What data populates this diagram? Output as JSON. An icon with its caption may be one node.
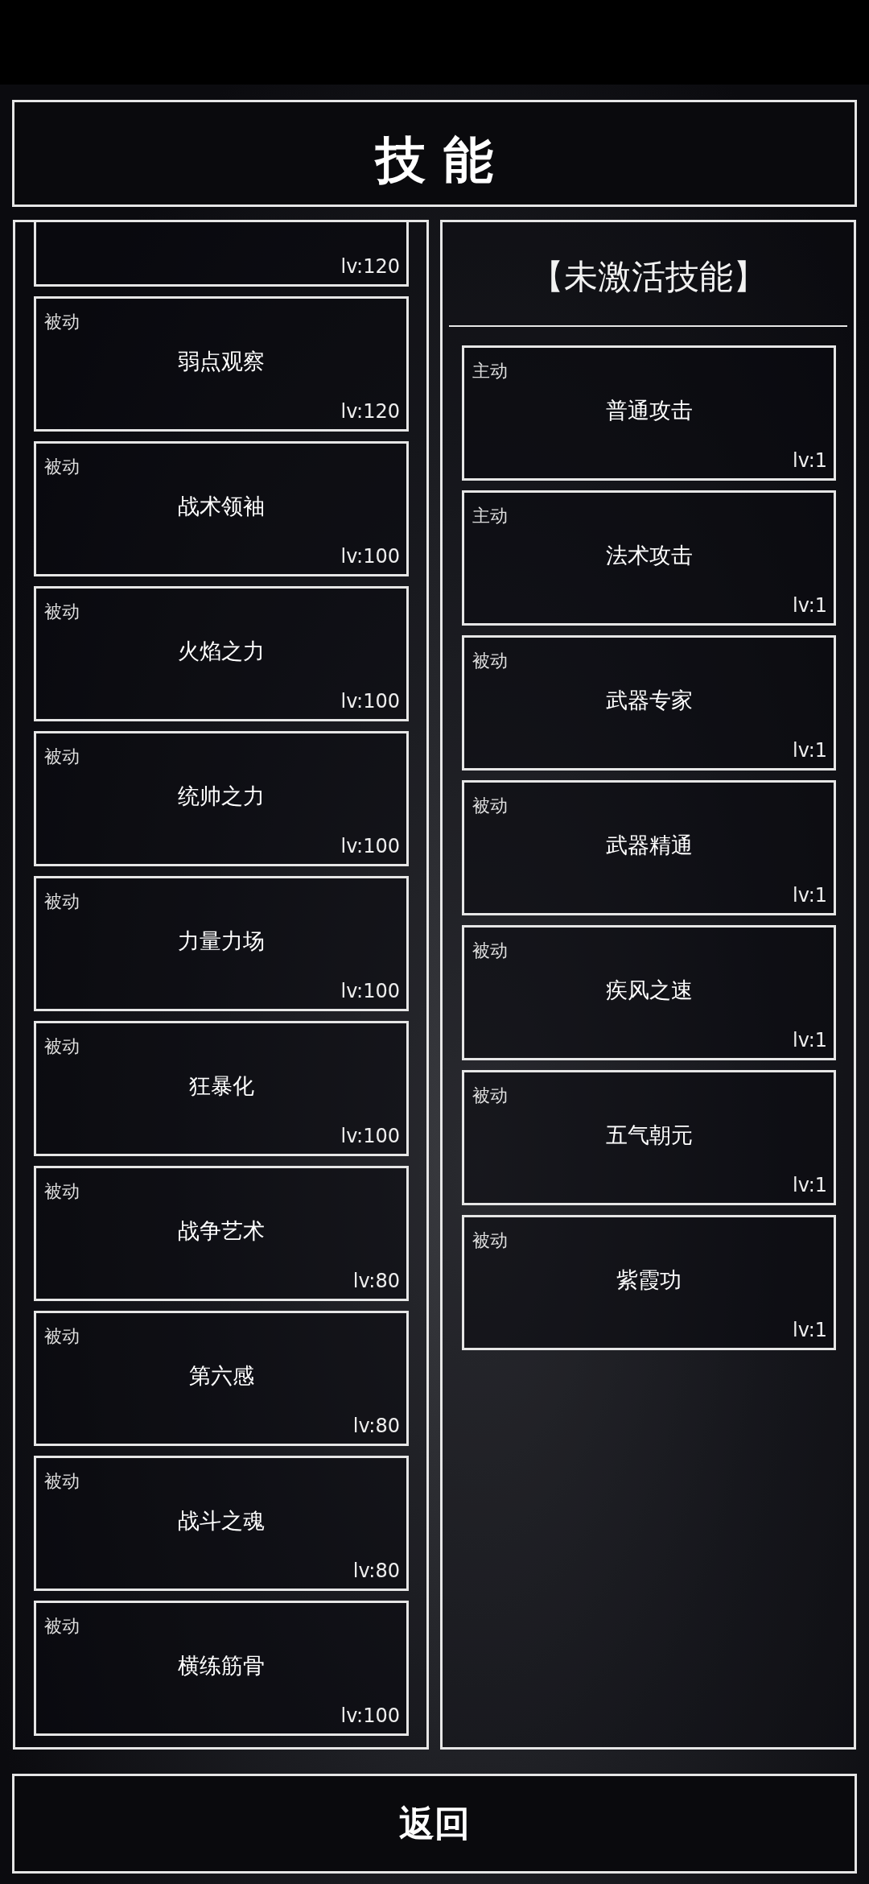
{
  "diagram": {
    "nodes": [
      {
        "text": [
          "技 能"
        ]
      },
      {
        "text": [],
        "shape": "box"
      },
      {
        "text": [
          "lv:120"
        ],
        "in": 1
      },
      {
        "text": [
          "被动",
          "弱点观察",
          "lv:120"
        ],
        "in": 1
      },
      {
        "text": [
          "被动",
          "战术领袖",
          "lv:100"
        ],
        "in": 1
      },
      {
        "text": [
          "被动",
          "火焰之力",
          "lv:100"
        ],
        "in": 1
      },
      {
        "text": [
          "被动",
          "统帅之力",
          "lv:100"
        ],
        "in": 1
      },
      {
        "text": [
          "被动",
          "力量力场",
          "lv:100"
        ],
        "in": 1
      },
      {
        "text": [
          "被动",
          "狂暴化",
          "lv:100"
        ],
        "in": 1
      },
      {
        "text": [
          "被动",
          "战争艺术",
          "lv:80"
        ],
        "in": 1
      },
      {
        "text": [
          "被动",
          "第六感",
          "lv:80"
        ],
        "in": 1
      },
      {
        "text": [
          "被动",
          "战斗之魂",
          "lv:80"
        ],
        "in": 1
      },
      {
        "text": [
          "被动",
          "横练筋骨",
          "lv:100"
        ],
        "in": 1
      },
      {
        "text": [
          "【未激活技能】"
        ]
      },
      {
        "text": [
          "主动",
          "普通攻击",
          "lv:1"
        ],
        "in": 13
      },
      {
        "text": [
          "主动",
          "法术攻击",
          "lv:1"
        ],
        "in": 13
      },
      {
        "text": [
          "被动",
          "武器专家",
          "lv:1"
        ],
        "in": 13
      },
      {
        "text": [
          "被动",
          "武器精通",
          "lv:1"
        ],
        "in": 13
      },
      {
        "text": [
          "被动",
          "疾风之速",
          "lv:1"
        ],
        "in": 13
      },
      {
        "text": [
          "被动",
          "五气朝元",
          "lv:1"
        ],
        "in": 13
      },
      {
        "text": [
          "被动",
          "紫霞功",
          "lv:1"
        ],
        "in": 13
      },
      {
        "text": [
          "返回"
        ]
      }
    ]
  }
}
